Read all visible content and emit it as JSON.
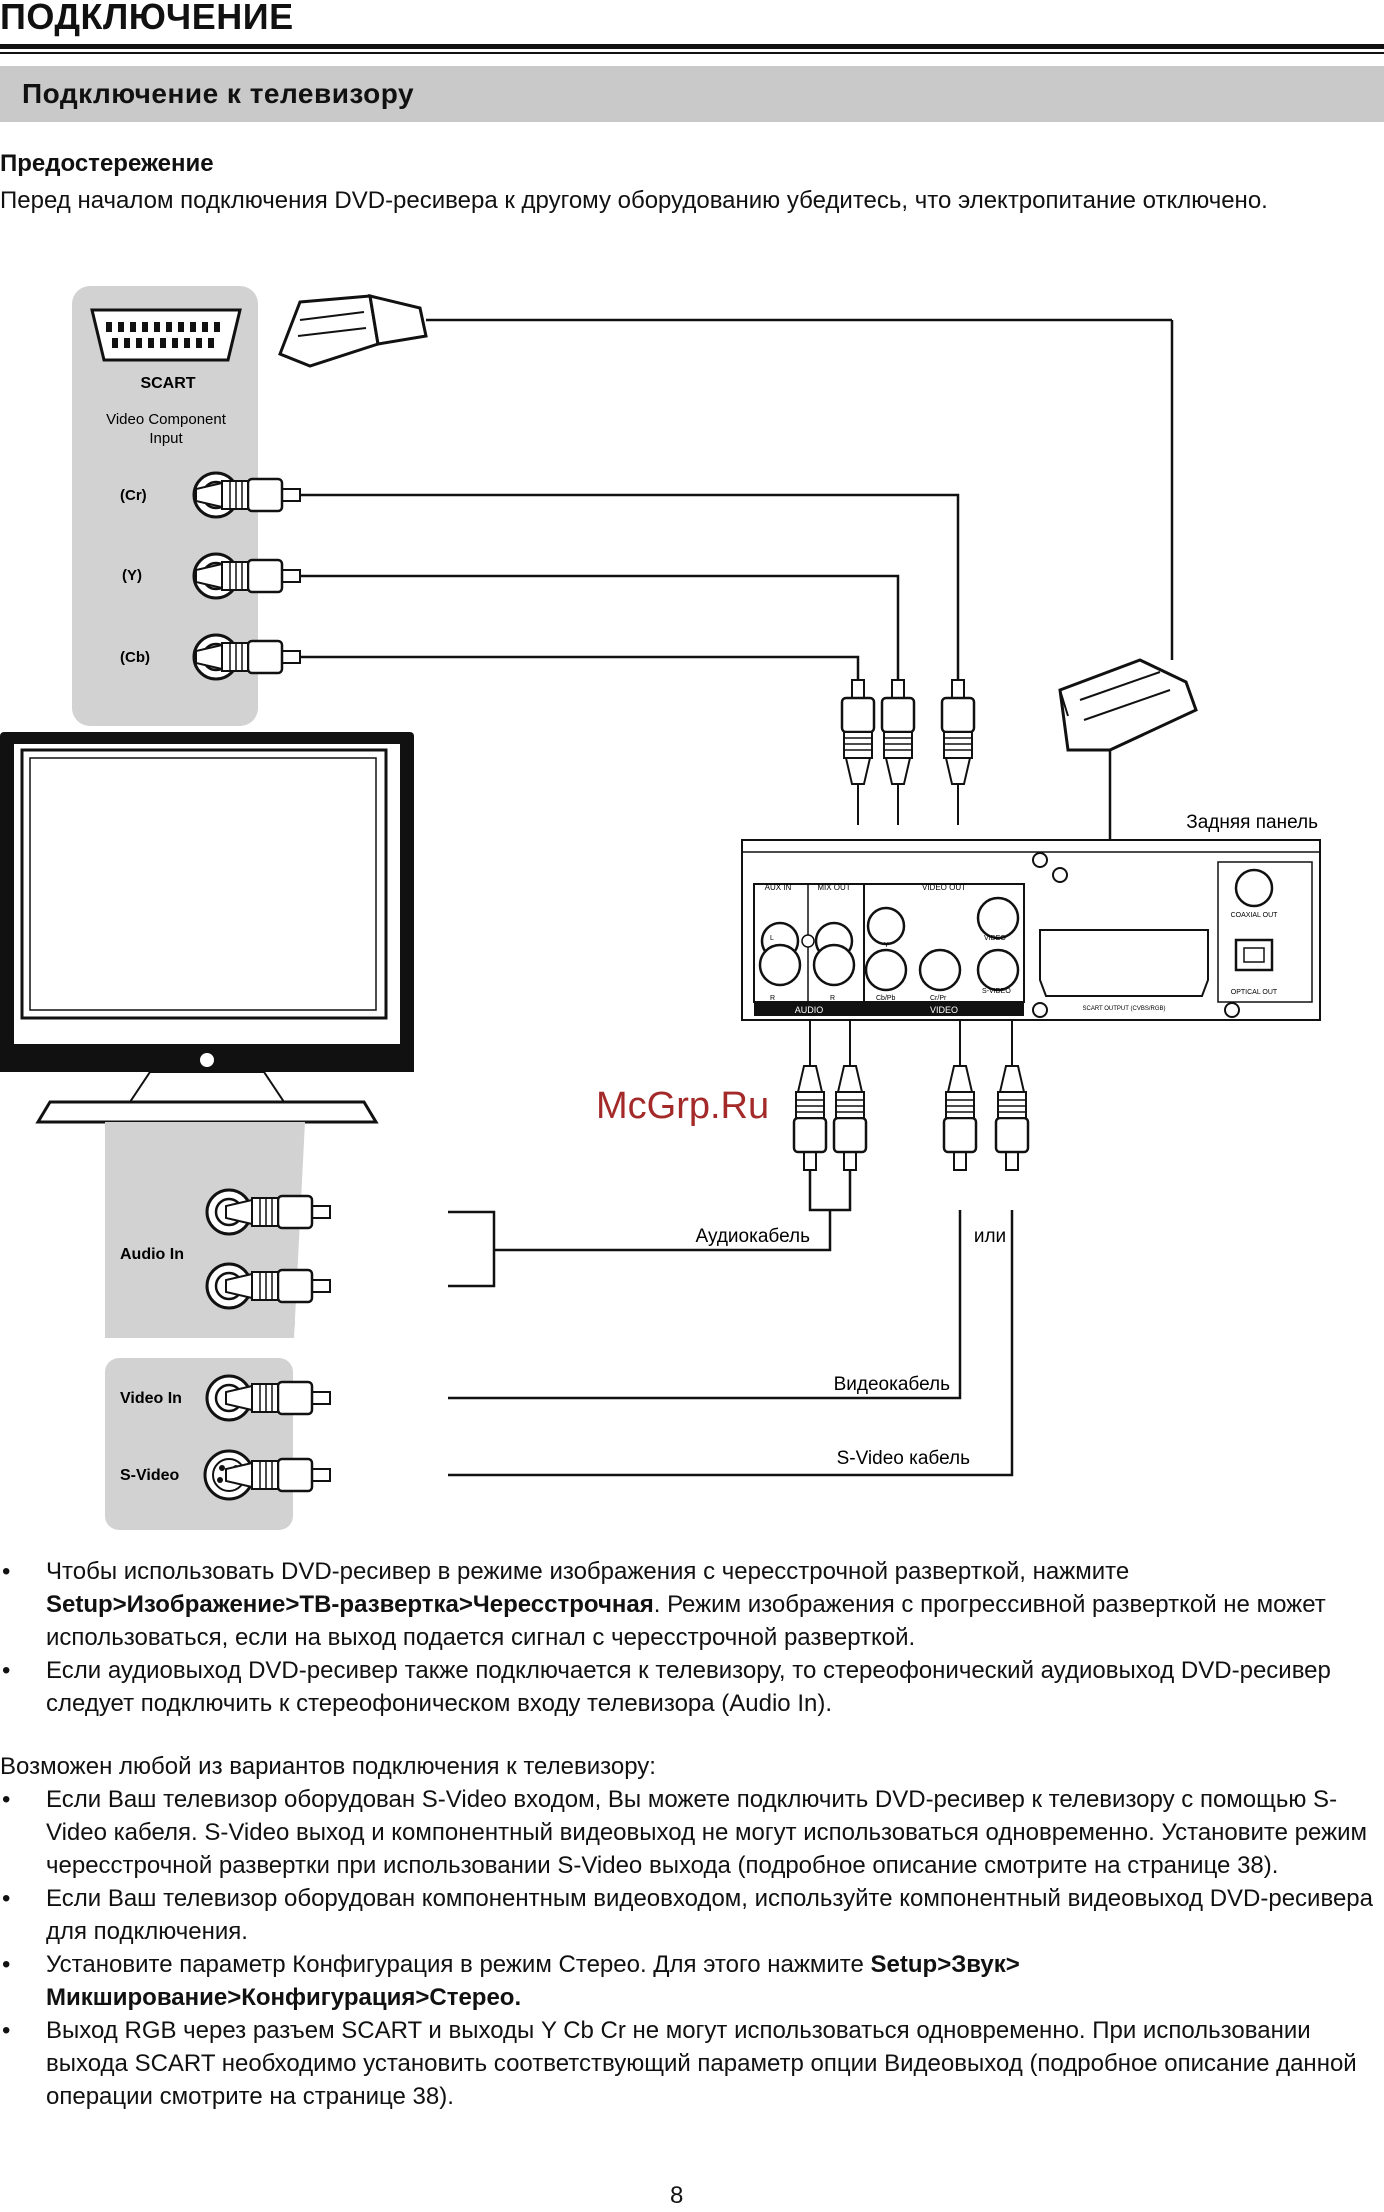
{
  "header": {
    "page_title": "ПОДКЛЮЧЕНИЕ",
    "section_title": "Подключение к телевизору"
  },
  "caution": {
    "heading": "Предостережение",
    "text": "Перед началом подключения DVD-ресивера к другому оборудованию убедитесь, что электропитание отключено."
  },
  "diagram": {
    "tv_top_panel": {
      "scart": "SCART",
      "component_line1": "Video Component",
      "component_line2": "Input",
      "cr": "(Cr)",
      "y": "(Y)",
      "cb": "(Cb)"
    },
    "tv_bottom_panel": {
      "audio_in": "Audio In",
      "video_in": "Video In",
      "s_video": "S-Video"
    },
    "rear_panel_label": "Задняя панель",
    "rear_panel": {
      "aux_in": "AUX IN",
      "mix_out": "MIX OUT",
      "video_out": "VIDEO OUT",
      "l": "L",
      "r": "R",
      "y": "Y",
      "cb_pb": "Cb/Pb",
      "cr_pr": "Cr/Pr",
      "video": "VIDEO",
      "s_video": "S-VIDEO",
      "audio_group": "AUDIO",
      "video_group": "VIDEO",
      "coaxial_out": "COAXIAL OUT",
      "optical_out": "OPTICAL OUT",
      "scart_output": "SCART OUTPUT (CVBS/RGB)"
    },
    "cable_labels": {
      "audio": "Аудиокабель",
      "or": "или",
      "video": "Видеокабель",
      "s_video": "S-Video кабель"
    },
    "watermark": "McGrp.Ru"
  },
  "bullets": [
    {
      "before": "Чтобы использовать DVD-ресивер в режиме изображения с чересстрочной разверткой, нажмите ",
      "bold": "Setup>Изображение>ТВ-развертка>Чересстрочная",
      "after": ". Режим изображения с прогрессивной разверткой не может использоваться, если на выход подается сигнал с чересстрочной разверткой."
    },
    {
      "before": "Если аудиовыход DVD-ресивер также подключается к телевизору, то стереофонический аудиовыход DVD-ресивер следует подключить к стереофоническом входу телевизора (Audio In).",
      "bold": "",
      "after": ""
    }
  ],
  "variants": {
    "intro": "Возможен любой из вариантов подключения к телевизору:",
    "items": [
      {
        "before": "Если Ваш телевизор оборудован S-Video входом, Вы можете подключить DVD-ресивер к телевизору с помощью S-Video кабеля. S-Video выход и компонентный видеовыход не могут использоваться одновременно. Установите режим чересстрочной развертки при использовании S-Video выхода (подробное описание смотрите на странице 38).",
        "bold": "",
        "after": ""
      },
      {
        "before": "Если Ваш телевизор оборудован компонентным видеовходом, используйте компонентный видеовыход DVD-ресивера для подключения.",
        "bold": "",
        "after": ""
      },
      {
        "before": "Установите параметр Конфигурация в режим Стерео. Для этого нажмите ",
        "bold": "Setup>Звук> Микширование>Конфигурация>Стерео.",
        "after": ""
      },
      {
        "before": "Выход RGB через разъем SCART и выходы Y Cb Cr не могут использоваться одновременно. При использовании выхода SCART необходимо установить соответствующий параметр опции Видеовыход (подробное описание данной операции смотрите на странице 38).",
        "bold": "",
        "after": ""
      }
    ]
  },
  "bullet_symbol": "•",
  "page_number": "8"
}
